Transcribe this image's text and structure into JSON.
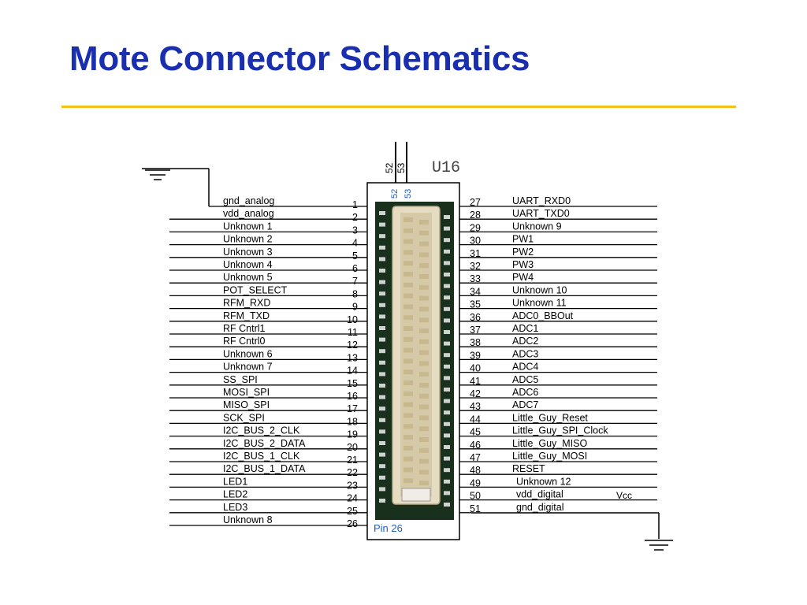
{
  "slide": {
    "title": "Mote Connector Schematics"
  },
  "component": {
    "ref": "U16",
    "extra_pins": [
      "52",
      "53"
    ],
    "pin26_caption": "Pin 26",
    "vcc_label": "Vcc"
  },
  "left_pins": [
    {
      "num": "1",
      "name": "gnd_analog"
    },
    {
      "num": "2",
      "name": "vdd_analog"
    },
    {
      "num": "3",
      "name": "Unknown 1"
    },
    {
      "num": "4",
      "name": "Unknown 2"
    },
    {
      "num": "5",
      "name": "Unknown 3"
    },
    {
      "num": "6",
      "name": "Unknown 4"
    },
    {
      "num": "7",
      "name": "Unknown 5"
    },
    {
      "num": "8",
      "name": "POT_SELECT"
    },
    {
      "num": "9",
      "name": "RFM_RXD"
    },
    {
      "num": "10",
      "name": "RFM_TXD"
    },
    {
      "num": "11",
      "name": "RF Cntrl1"
    },
    {
      "num": "12",
      "name": "RF Cntrl0"
    },
    {
      "num": "13",
      "name": "Unknown 6"
    },
    {
      "num": "14",
      "name": "Unknown 7"
    },
    {
      "num": "15",
      "name": "SS_SPI"
    },
    {
      "num": "16",
      "name": "MOSI_SPI"
    },
    {
      "num": "17",
      "name": "MISO_SPI"
    },
    {
      "num": "18",
      "name": "SCK_SPI"
    },
    {
      "num": "19",
      "name": "I2C_BUS_2_CLK"
    },
    {
      "num": "20",
      "name": "I2C_BUS_2_DATA"
    },
    {
      "num": "21",
      "name": "I2C_BUS_1_CLK"
    },
    {
      "num": "22",
      "name": "I2C_BUS_1_DATA"
    },
    {
      "num": "23",
      "name": "LED1"
    },
    {
      "num": "24",
      "name": "LED2"
    },
    {
      "num": "25",
      "name": "LED3"
    },
    {
      "num": "26",
      "name": "Unknown 8"
    }
  ],
  "right_pins": [
    {
      "num": "27",
      "name": "UART_RXD0"
    },
    {
      "num": "28",
      "name": "UART_TXD0"
    },
    {
      "num": "29",
      "name": "Unknown 9"
    },
    {
      "num": "30",
      "name": "PW1"
    },
    {
      "num": "31",
      "name": "PW2"
    },
    {
      "num": "32",
      "name": "PW3"
    },
    {
      "num": "33",
      "name": "PW4"
    },
    {
      "num": "34",
      "name": "Unknown 10"
    },
    {
      "num": "35",
      "name": "Unknown 11"
    },
    {
      "num": "36",
      "name": "ADC0_BBOut"
    },
    {
      "num": "37",
      "name": "ADC1"
    },
    {
      "num": "38",
      "name": "ADC2"
    },
    {
      "num": "39",
      "name": "ADC3"
    },
    {
      "num": "40",
      "name": "ADC4"
    },
    {
      "num": "41",
      "name": "ADC5"
    },
    {
      "num": "42",
      "name": "ADC6"
    },
    {
      "num": "43",
      "name": "ADC7"
    },
    {
      "num": "44",
      "name": "Little_Guy_Reset"
    },
    {
      "num": "45",
      "name": "Little_Guy_SPI_Clock"
    },
    {
      "num": "46",
      "name": "Little_Guy_MISO"
    },
    {
      "num": "47",
      "name": "Little_Guy_MOSI"
    },
    {
      "num": "48",
      "name": "RESET"
    },
    {
      "num": "49",
      "name": "Unknown 12"
    },
    {
      "num": "50",
      "name": "vdd_digital"
    },
    {
      "num": "51",
      "name": "gnd_digital"
    }
  ],
  "colors": {
    "title": "#1a2fb0",
    "rule": "#f2c21a",
    "wire": "#000000",
    "pin_blue": "#2060c0",
    "board_green": "#18301c",
    "connector_beige": "#e6dcc2"
  }
}
